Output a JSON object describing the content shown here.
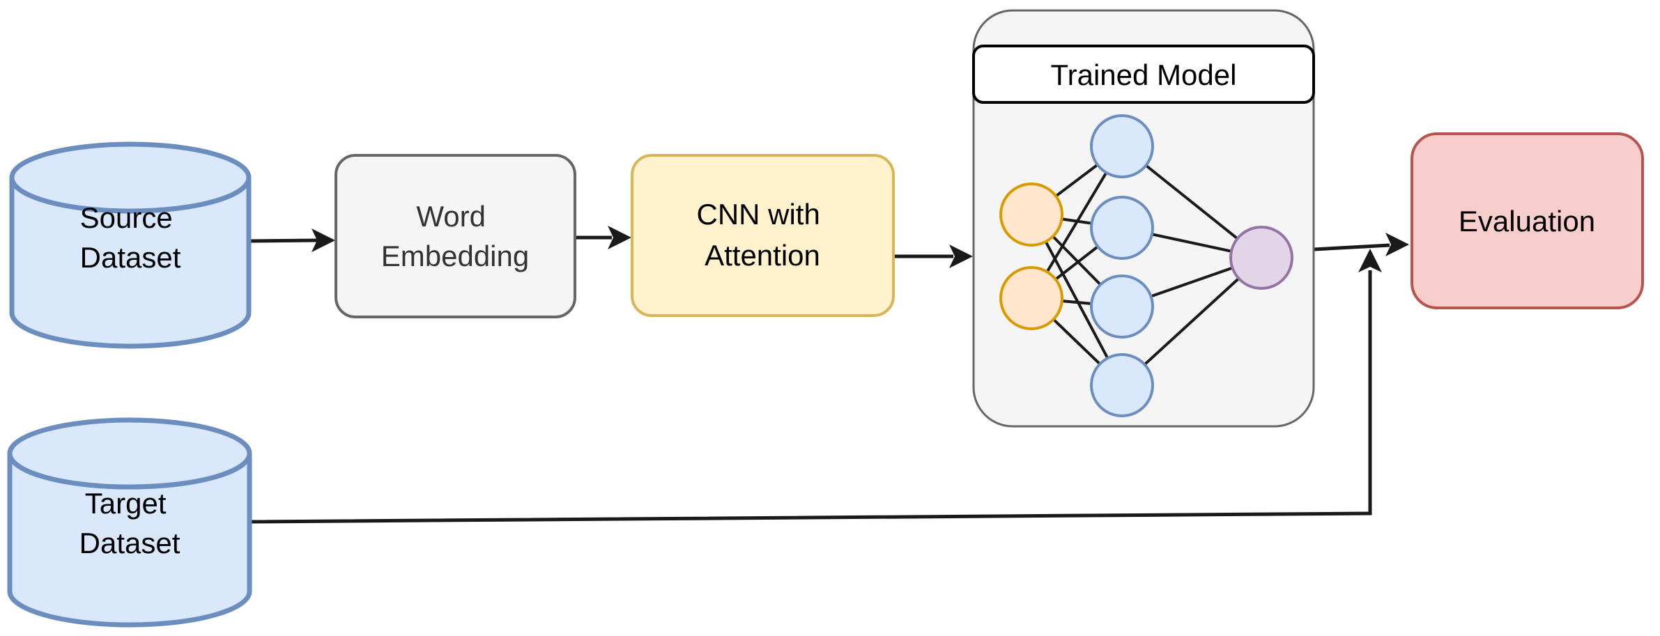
{
  "colors": {
    "background": "#ffffff",
    "text": "#000000",
    "dataset_fill": "#dae8fc",
    "dataset_stroke": "#6c8ebf",
    "process_fill": "#f5f5f5",
    "process_stroke": "#666666",
    "process_text": "#333333",
    "cnn_fill": "#fff2cc",
    "cnn_stroke": "#d6b656",
    "container_fill": "#f5f5f5",
    "container_stroke": "#666666",
    "title_band_fill": "#ffffff",
    "title_band_stroke": "#000000",
    "evaluation_fill": "#f8cecc",
    "evaluation_stroke": "#b85450",
    "input_node_fill": "#ffe6cc",
    "input_node_stroke": "#d79b00",
    "hidden_node_fill": "#dae8fc",
    "hidden_node_stroke": "#6c8ebf",
    "output_node_fill": "#e1d5e7",
    "output_node_stroke": "#9673a6",
    "connector": "#1a1a1a",
    "nn_edge": "#1a1a1a"
  },
  "nodes": {
    "source_dataset": {
      "type": "cylinder",
      "line1": "Source",
      "line2": "Dataset"
    },
    "target_dataset": {
      "type": "cylinder",
      "line1": "Target",
      "line2": "Dataset"
    },
    "word_embedding": {
      "type": "process",
      "line1": "Word",
      "line2": "Embedding"
    },
    "cnn_attention": {
      "type": "process",
      "line1": "CNN with",
      "line2": "Attention"
    },
    "trained_model": {
      "type": "container",
      "title": "Trained Model"
    },
    "evaluation": {
      "type": "process",
      "label": "Evaluation"
    }
  },
  "network": {
    "input_nodes": 2,
    "hidden_nodes": 4,
    "output_nodes": 1,
    "edges": 12
  },
  "flows": [
    {
      "from": "source_dataset",
      "to": "word_embedding"
    },
    {
      "from": "word_embedding",
      "to": "cnn_attention"
    },
    {
      "from": "cnn_attention",
      "to": "trained_model"
    },
    {
      "from": "trained_model",
      "to": "evaluation"
    },
    {
      "from": "target_dataset",
      "to": "evaluation"
    }
  ]
}
